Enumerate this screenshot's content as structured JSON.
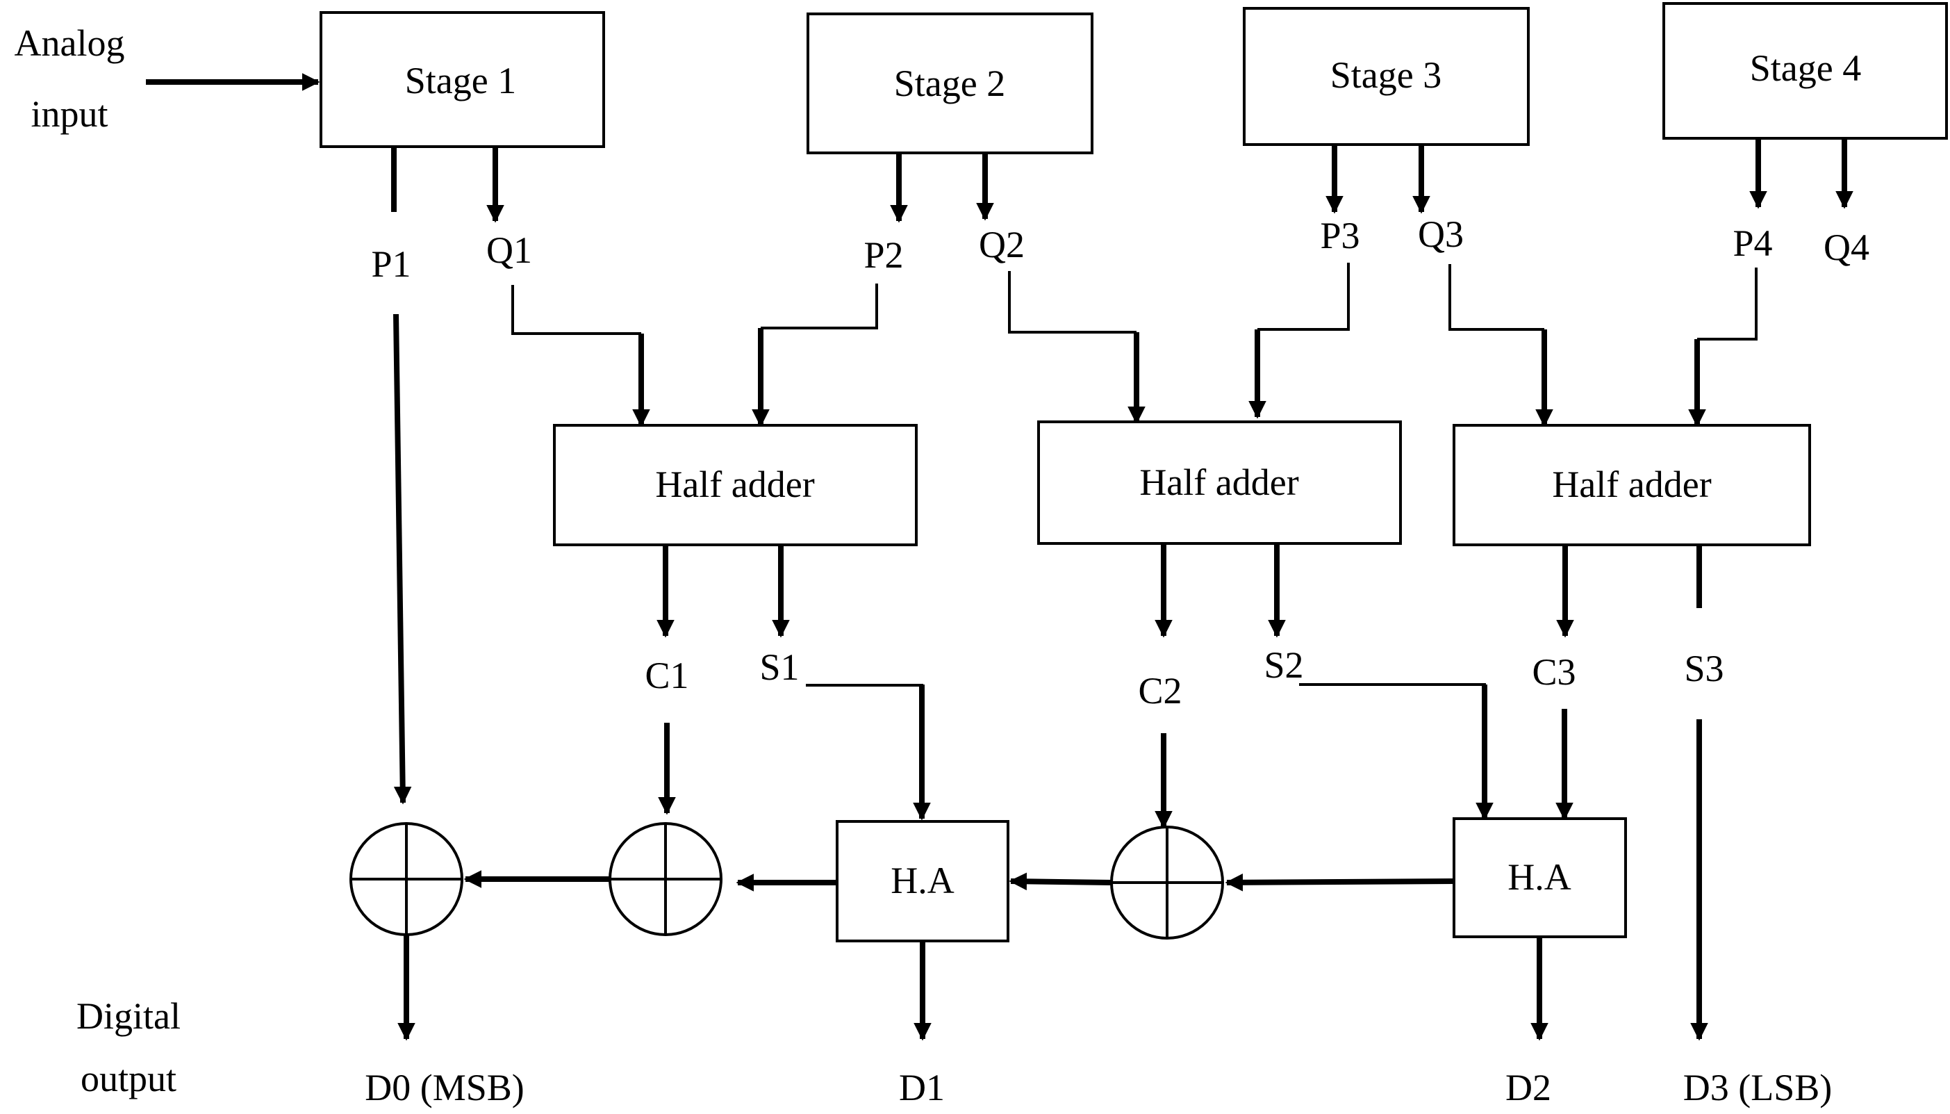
{
  "input_label": [
    "Analog",
    "input"
  ],
  "stages": [
    "Stage 1",
    "Stage 2",
    "Stage 3",
    "Stage 4"
  ],
  "stage_outputs": [
    "P1",
    "Q1",
    "P2",
    "Q2",
    "P3",
    "Q3",
    "P4",
    "Q4"
  ],
  "half_adder_label": "Half adder",
  "adder_outputs": [
    "C1",
    "S1",
    "C2",
    "S2",
    "C3",
    "S3"
  ],
  "ha_label": "H.A",
  "output_label": [
    "Digital",
    "output"
  ],
  "digital_outputs": [
    "D0 (MSB)",
    "D1",
    "D2",
    "D3 (LSB)"
  ]
}
